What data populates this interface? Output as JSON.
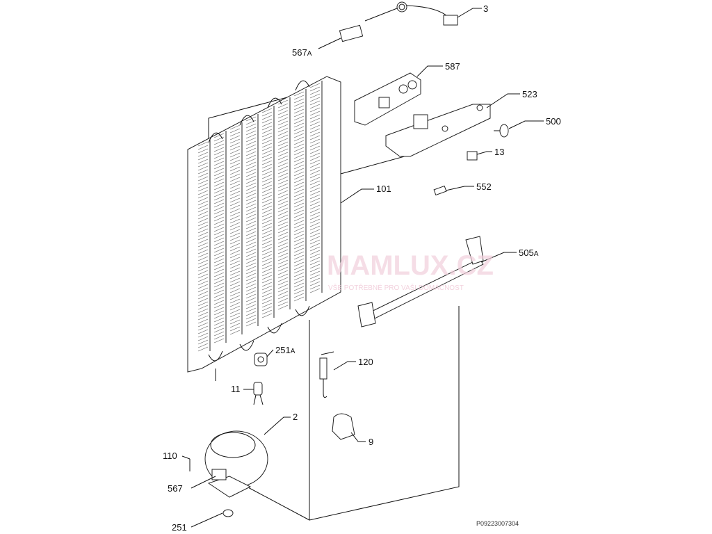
{
  "diagram": {
    "labels": [
      {
        "id": "3",
        "text": "3"
      },
      {
        "id": "567A",
        "text": "567",
        "suffix": "A"
      },
      {
        "id": "587",
        "text": "587"
      },
      {
        "id": "523",
        "text": "523"
      },
      {
        "id": "500",
        "text": "500"
      },
      {
        "id": "13",
        "text": "13"
      },
      {
        "id": "101",
        "text": "101"
      },
      {
        "id": "552",
        "text": "552"
      },
      {
        "id": "505A",
        "text": "505",
        "suffix": "A"
      },
      {
        "id": "251A",
        "text": "251",
        "suffix": "A"
      },
      {
        "id": "120",
        "text": "120"
      },
      {
        "id": "11",
        "text": "11"
      },
      {
        "id": "2",
        "text": "2"
      },
      {
        "id": "9",
        "text": "9"
      },
      {
        "id": "110",
        "text": "110"
      },
      {
        "id": "567",
        "text": "567"
      },
      {
        "id": "251",
        "text": "251"
      }
    ],
    "watermark": {
      "title": "MAMLUX.CZ",
      "subtitle": "VŠE POTŘEBNÉ PRO VAŠI DOMÁCNOST"
    },
    "drawing_code": "P09223007304"
  }
}
